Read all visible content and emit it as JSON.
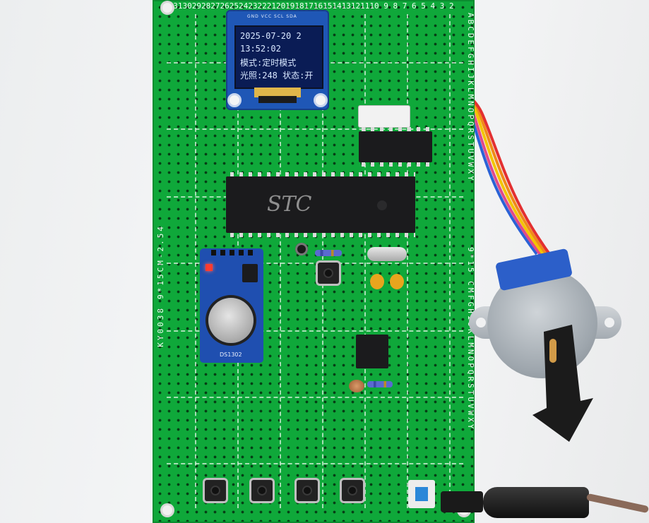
{
  "board": {
    "top_numbers": "3231302928272625242322212019181716151413121110 9  8  7  6  5  4  3  2",
    "side_label": "9*15CM-2.54",
    "model_label": "KY0038",
    "right_label": "9*15 CM",
    "right_letters_top": "ABCDEFGHIJKLMNOPQRSTUVWXY",
    "right_letters_bottom": "FGHIJKLMNOPQRSTUVWXY"
  },
  "oled": {
    "pin_header": "GND VCC SCL SDA",
    "line1": "2025-07-20 2",
    "line2": "13:52:02",
    "line3": "模式:定时模式",
    "line4": "光照:248 状态:开"
  },
  "mcu": {
    "brand": "STC"
  },
  "rtc_module": {
    "chip_label": "DS1302"
  },
  "colors": {
    "board_green": "#0fa83a",
    "oled_blue": "#1f57b6",
    "oled_text": "#d8e7ff",
    "rtc_blue": "#1f4fb0",
    "motor_cap_blue": "#2c5fc9",
    "switch_blue": "#2a87d8",
    "capacitor_orange": "#e8a51e"
  },
  "icons": [
    "oled-display-icon",
    "mcu-chip-icon",
    "stepper-motor-icon",
    "push-button-icon",
    "dc-jack-icon",
    "rtc-battery-icon"
  ]
}
